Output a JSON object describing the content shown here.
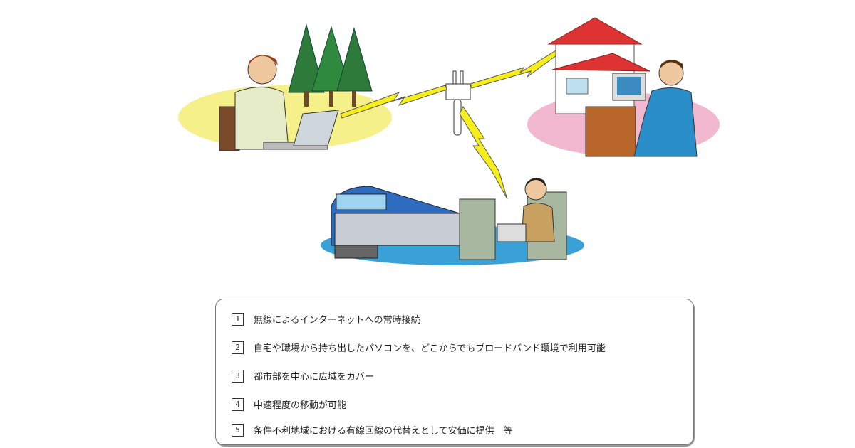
{
  "features": [
    {
      "num": "1",
      "text": "無線によるインターネットへの常時接続"
    },
    {
      "num": "2",
      "text": "自宅や職場から持ち出したパソコンを、どこからでもブロードバンド環境で利用可能"
    },
    {
      "num": "3",
      "text": "都市部を中心に広域をカバー"
    },
    {
      "num": "4",
      "text": "中速程度の移動が可能"
    },
    {
      "num": "5",
      "text": "条件不利地域における有線回線の代替えとして安価に提供　等"
    }
  ],
  "colors": {
    "park": "#f6f08a",
    "home": "#f2b8cf",
    "train": "#3aa0d8",
    "signal": "#f5ee1a"
  }
}
